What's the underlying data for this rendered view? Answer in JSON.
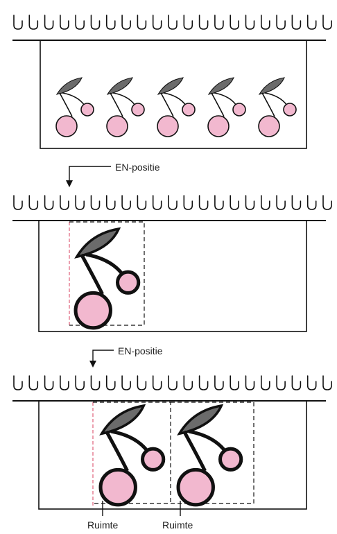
{
  "panels": [
    {
      "cherries": 5
    },
    {
      "cherries": 1,
      "marker_label": "EN-positie"
    },
    {
      "cherries": 2,
      "marker_label": "EN-positie",
      "space_labels": [
        "Ruimte",
        "Ruimte"
      ]
    }
  ],
  "colors": {
    "ink": "#111111",
    "leaf": "#6b6b6b",
    "cherry": "#f2b8cf",
    "guide_red": "#e0607a"
  }
}
